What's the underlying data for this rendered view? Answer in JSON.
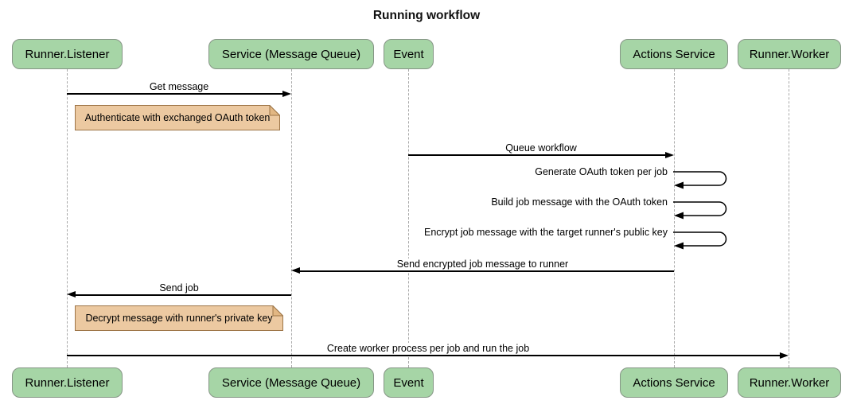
{
  "title": "Running workflow",
  "colors": {
    "background": "#ffffff",
    "actor_fill": "#a6d5a6",
    "actor_border": "#869586",
    "actor_text": "#000000",
    "note_fill": "#ecc9a1",
    "note_fold": "#e2b783",
    "note_border": "#9d7547",
    "lifeline": "#a9a9a9",
    "arrow": "#000000"
  },
  "actors": [
    {
      "label": "Runner.Listener"
    },
    {
      "label": "Service (Message Queue)"
    },
    {
      "label": "Event"
    },
    {
      "label": "Actions Service"
    },
    {
      "label": "Runner.Worker"
    }
  ],
  "messages": [
    {
      "label": "Get message",
      "from": "Runner.Listener",
      "to": "Service (Message Queue)",
      "type": "arrow"
    },
    {
      "label": "Queue workflow",
      "from": "Event",
      "to": "Actions Service",
      "type": "arrow"
    },
    {
      "label": "Generate OAuth token per job",
      "from": "Actions Service",
      "to": "Actions Service",
      "type": "self"
    },
    {
      "label": "Build job message with the OAuth token",
      "from": "Actions Service",
      "to": "Actions Service",
      "type": "self"
    },
    {
      "label": "Encrypt job message with the target runner's public key",
      "from": "Actions Service",
      "to": "Actions Service",
      "type": "self"
    },
    {
      "label": "Send encrypted job message to runner",
      "from": "Actions Service",
      "to": "Service (Message Queue)",
      "type": "arrow"
    },
    {
      "label": "Send job",
      "from": "Service (Message Queue)",
      "to": "Runner.Listener",
      "type": "arrow"
    },
    {
      "label": "Create worker process per job and run the job",
      "from": "Runner.Listener",
      "to": "Runner.Worker",
      "type": "arrow"
    }
  ],
  "notes": [
    {
      "text": "Authenticate with exchanged OAuth token",
      "anchor": "Runner.Listener"
    },
    {
      "text": "Decrypt message with runner's private key",
      "anchor": "Runner.Listener"
    }
  ]
}
